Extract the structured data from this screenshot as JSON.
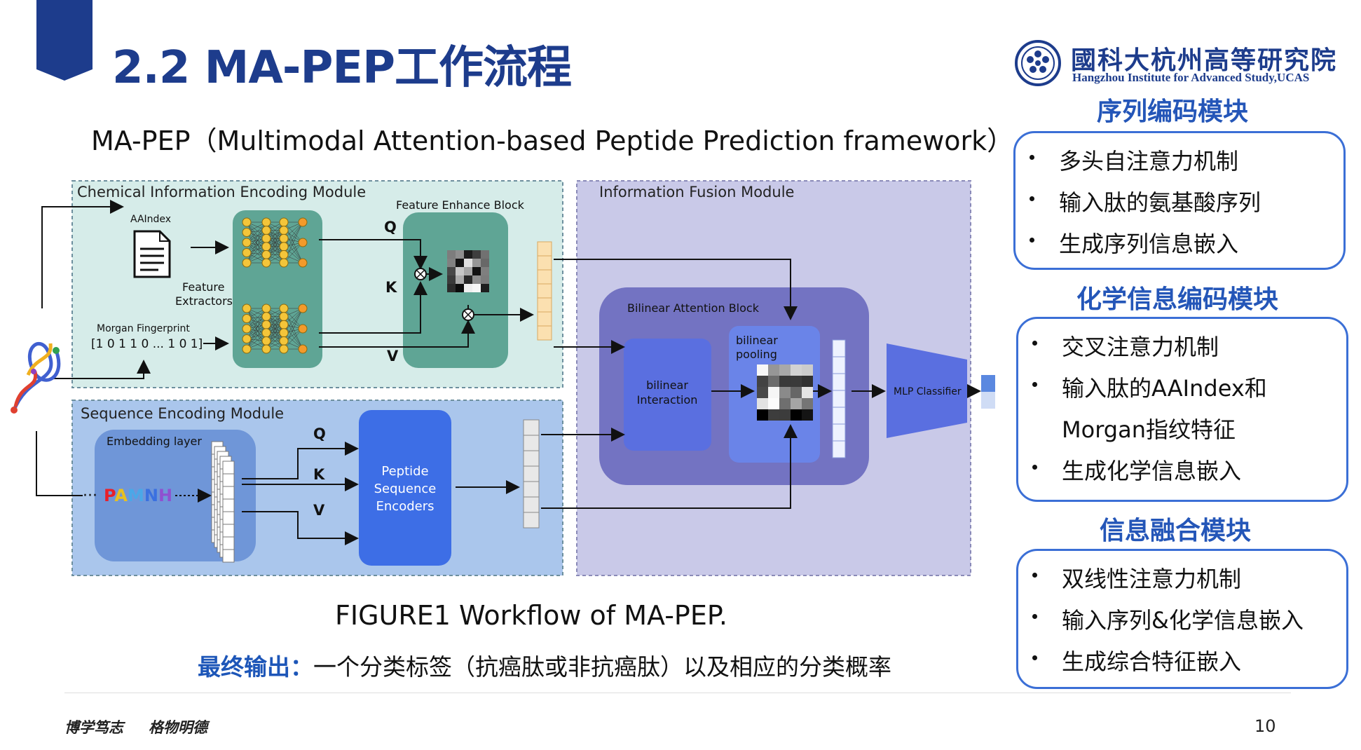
{
  "slide": {
    "title": "2.2 MA-PEP工作流程",
    "subtitle": "MA-PEP（Multimodal Attention-based Peptide Prediction framework）",
    "page_number": "10"
  },
  "logo": {
    "name_cn": "國科大杭州高等研究院",
    "name_en": "Hangzhou Institute for Advanced Study,UCAS"
  },
  "figure": {
    "caption": "FIGURE1 Workflow of MA-PEP.",
    "chem_module": "Chemical Information Encoding Module",
    "seq_module": "Sequence Encoding Module",
    "fusion_module": "Information Fusion Module",
    "feature_enhance": "Feature Enhance Block",
    "aaindex": "AAIndex",
    "feature_extractors_1": "Feature",
    "feature_extractors_2": "Extractors",
    "morgan_fp": "Morgan Fingerprint",
    "morgan_bits": "[1 0 1 1 0 ... 1 0 1]",
    "q": "Q",
    "k": "K",
    "v": "V",
    "embedding": "Embedding layer",
    "sequence_letters": [
      "P",
      "A",
      "M",
      "N",
      "H"
    ],
    "encoder_1": "Peptide",
    "encoder_2": "Sequence",
    "encoder_3": "Encoders",
    "bilinear_block": "Bilinear Attention Block",
    "bilinear_interaction_1": "bilinear",
    "bilinear_interaction_2": "Interaction",
    "bilinear_pooling_1": "bilinear",
    "bilinear_pooling_2": "pooling",
    "mlp": "MLP Classifier"
  },
  "final_output": {
    "label": "最终输出：",
    "text": "一个分类标签（抗癌肽或非抗癌肽）以及相应的分类概率"
  },
  "panels": [
    {
      "heading": "序列编码模块",
      "bullets": [
        "多头自注意力机制",
        "输入肽的氨基酸序列",
        "生成序列信息嵌入"
      ]
    },
    {
      "heading": "化学信息编码模块",
      "bullets": [
        "交叉注意力机制",
        "输入肽的AAIndex和",
        "Morgan指纹特征",
        "生成化学信息嵌入"
      ]
    },
    {
      "heading": "信息融合模块",
      "bullets": [
        "双线性注意力机制",
        "输入序列&化学信息嵌入",
        "生成综合特征嵌入"
      ]
    }
  ],
  "footer": {
    "motto_1": "博学笃志",
    "motto_2": "格物明德"
  },
  "colors": {
    "title_blue": "#1d3c8c",
    "heading_blue": "#2456b8",
    "chem_bg": "#d6ece9",
    "seq_bg": "#aac6ec",
    "fusion_bg": "#c9c9e8",
    "encoder_blue": "#3d6ee6"
  }
}
